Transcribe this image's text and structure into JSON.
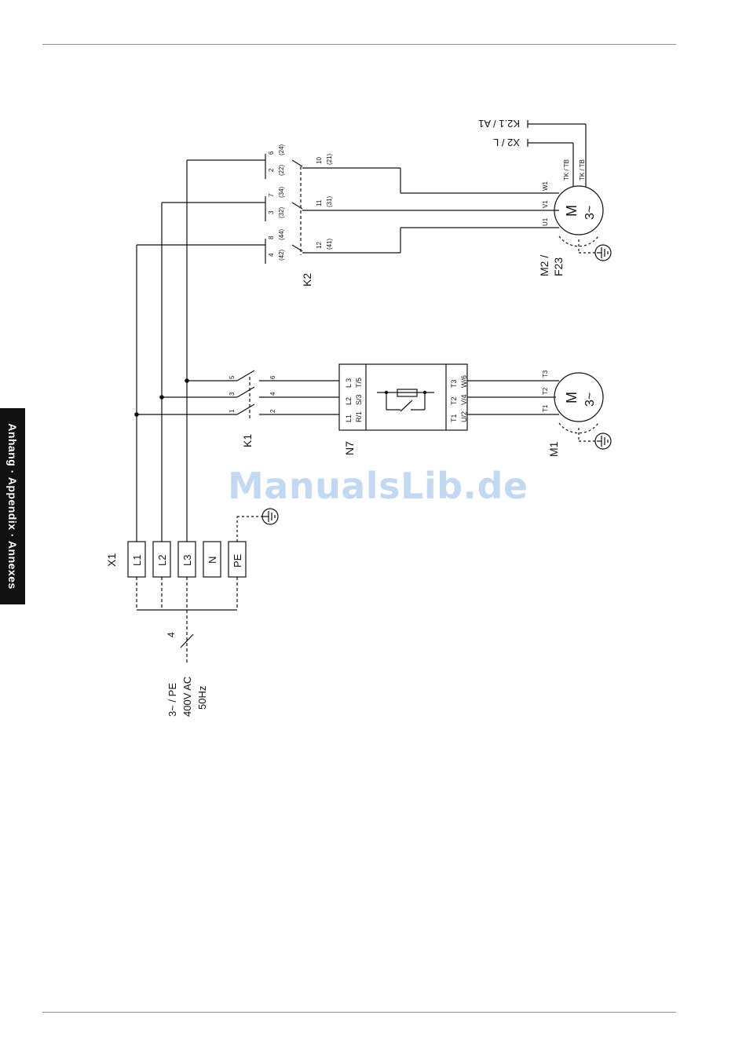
{
  "side_tab": {
    "label": "Anhang · Appendix · Annexes"
  },
  "watermark": "ManualsLib.de",
  "supply": {
    "line1": "3~ / PE",
    "line2": "400V AC",
    "line3": "50Hz",
    "wire_count": "4"
  },
  "terminal_x1": {
    "tag": "X1",
    "terminals": [
      "L1",
      "L2",
      "L3",
      "N",
      "PE"
    ]
  },
  "contactor_k1": {
    "tag": "K1",
    "contacts": [
      {
        "in": "1",
        "out": "2"
      },
      {
        "in": "3",
        "out": "4"
      },
      {
        "in": "5",
        "out": "6"
      }
    ]
  },
  "softstarter_n7": {
    "tag": "N7",
    "inputs": [
      {
        "a": "L1",
        "b": "R/1"
      },
      {
        "a": "L2",
        "b": "S/3"
      },
      {
        "a": "L 3",
        "b": "T/5"
      }
    ],
    "outputs": [
      {
        "a": "T1",
        "b": "U/2"
      },
      {
        "a": "T2",
        "b": "V/4"
      },
      {
        "a": "T3",
        "b": "W/6"
      }
    ]
  },
  "motor_m1": {
    "tag": "M1",
    "symbol": "M",
    "phase": "3~",
    "terminals": [
      "T1",
      "T2",
      "T3"
    ]
  },
  "contactor_k2": {
    "tag": "K2",
    "contacts": [
      {
        "a": "4",
        "b": "8",
        "c": "(42)",
        "d": "(44)",
        "out_num": "12",
        "out_par": "(41)"
      },
      {
        "a": "3",
        "b": "7",
        "c": "(32)",
        "d": "(34)",
        "out_num": "11",
        "out_par": "(31)"
      },
      {
        "a": "2",
        "b": "6",
        "c": "(22)",
        "d": "(24)",
        "out_num": "10",
        "out_par": "(21)"
      }
    ]
  },
  "motor_m2": {
    "tag_line1": "M2 /",
    "tag_line2": "F23",
    "symbol": "M",
    "phase": "3~",
    "terminals": [
      "U1",
      "V1",
      "W1"
    ],
    "thermal_contacts": [
      "TK / TB",
      "TK / TB"
    ]
  },
  "signals": {
    "x2": "X2 / L",
    "k21": "K2.1 / A1"
  }
}
